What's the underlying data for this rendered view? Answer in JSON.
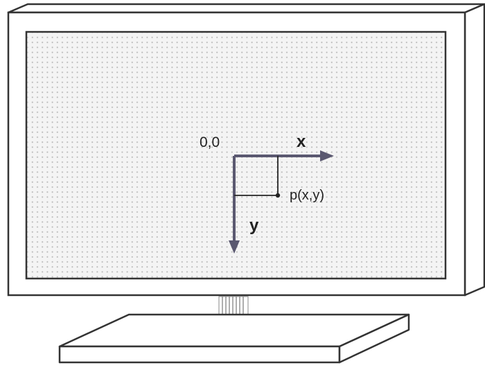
{
  "labels": {
    "origin": "0,0",
    "x_axis": "x",
    "y_axis": "y",
    "point": "p(x,y)"
  },
  "colors": {
    "outline": "#333333",
    "bezel": "#ffffff",
    "screen": "#f4f4f4",
    "dot": "#b9b9b9",
    "axis": "#5a5870",
    "marker": "#222222"
  },
  "icons": {
    "monitor": "monitor-icon",
    "x_arrow": "arrow-right-icon",
    "y_arrow": "arrow-down-icon"
  }
}
